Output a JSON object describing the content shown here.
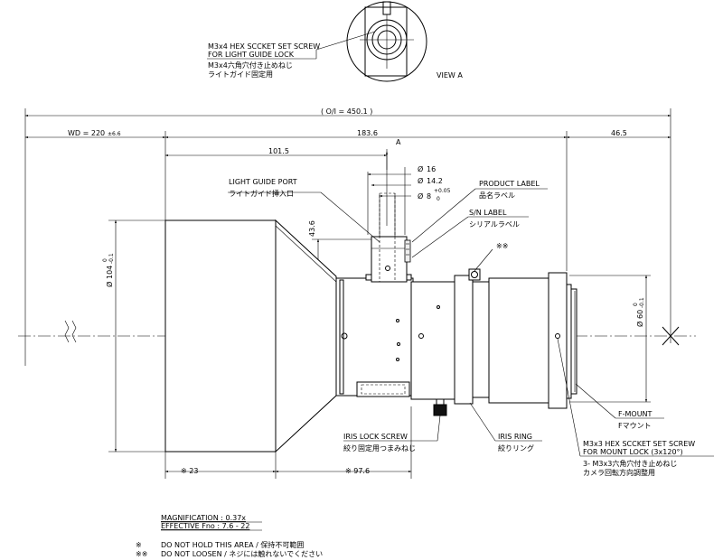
{
  "view": {
    "label": "VIEW A",
    "screw_label_en_1": "M3x4 HEX SCCKET SET SCREW",
    "screw_label_en_2": "FOR LIGHT GUIDE LOCK",
    "screw_label_jp_1": "M3x4六角穴付き止めねじ",
    "screw_label_jp_2": "ライトガイド固定用"
  },
  "dimensions": {
    "oi": "( O/I = 450.1 )",
    "wd": "WD = 220",
    "wd_tol": "±6.6",
    "d1836": "183.6",
    "d465": "46.5",
    "d1015": "101.5",
    "d436": "43.6",
    "d23": "※ 23",
    "d976": "※ 97.6",
    "d16": "16",
    "d142": "14.2",
    "d8": "8",
    "d8_tol_hi": "+0.05",
    "d8_tol_lo": "0",
    "d104": "104",
    "d104_tol_hi": "0",
    "d104_tol_lo": "-0.1",
    "d60": "60",
    "d60_tol_hi": "0",
    "d60_tol_lo": "-0.1",
    "phi": "Ø",
    "arrow_a": "A"
  },
  "callouts": {
    "light_guide_port_en": "LIGHT GUIDE PORT",
    "light_guide_port_jp": "ライトガイド挿入口",
    "product_label_en": "PRODUCT LABEL",
    "product_label_jp": "品名ラベル",
    "sn_label_en": "S/N LABEL",
    "sn_label_jp": "シリアルラベル",
    "double_mark": "※※",
    "iris_lock_en": "IRIS LOCK SCREW",
    "iris_lock_jp": "絞り固定用つまみねじ",
    "iris_ring_en": "IRIS RING",
    "iris_ring_jp": "絞りリング",
    "fmount_en": "F-MOUNT",
    "fmount_jp": "Fマウント",
    "mount_screw_en_1": "M3x3 HEX SCCKET SET SCREW",
    "mount_screw_en_2": "FOR MOUNT LOCK (3x120°)",
    "mount_screw_jp_1": "3- M3x3六角穴付き止めねじ",
    "mount_screw_jp_2": "カメラ回転方向調整用"
  },
  "notes": {
    "magnification": "MAGNIFICATION :  0.37x",
    "fno": "EFFECTIVE Fno : 7.6 - 22",
    "mark1": "※",
    "note1": "DO NOT HOLD THIS AREA / 保持不可範囲",
    "mark2": "※※",
    "note2": "DO NOT LOOSEN / ネジには触れないでください"
  }
}
